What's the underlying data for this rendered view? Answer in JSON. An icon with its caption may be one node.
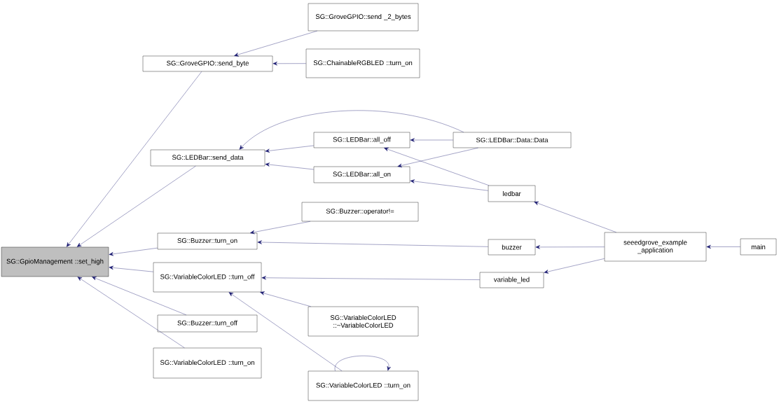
{
  "diagram": {
    "nodes": [
      {
        "text": [
          "SG::GpioManagement ::set_high"
        ]
      },
      {
        "text": [
          "SG::GroveGPIO::send_byte"
        ]
      },
      {
        "text": [
          "SG::GroveGPIO::send _2_bytes"
        ]
      },
      {
        "text": [
          "SG::ChainableRGBLED ::turn_on"
        ]
      },
      {
        "text": [
          "SG::LEDBar::send_data"
        ]
      },
      {
        "text": [
          "SG::LEDBar::all_off"
        ]
      },
      {
        "text": [
          "SG::LEDBar::Data::Data"
        ]
      },
      {
        "text": [
          "SG::LEDBar::all_on"
        ]
      },
      {
        "text": [
          "ledbar"
        ]
      },
      {
        "text": [
          "SG::Buzzer::operator!="
        ]
      },
      {
        "text": [
          "SG::Buzzer::turn_on"
        ]
      },
      {
        "text": [
          "buzzer"
        ]
      },
      {
        "text": [
          "seeedgrove_example _application"
        ]
      },
      {
        "text": [
          "main"
        ]
      },
      {
        "text": [
          "SG::VariableColorLED ::turn_off"
        ]
      },
      {
        "text": [
          "variable_led"
        ]
      },
      {
        "text": [
          "SG::Buzzer::turn_off"
        ]
      },
      {
        "text": [
          "SG::VariableColorLED ::turn_on"
        ]
      },
      {
        "text": [
          "SG::VariableColorLED ::~VariableColorLED"
        ]
      },
      {
        "text": [
          "SG::VariableColorLED ::turn_on"
        ]
      }
    ],
    "edges": [
      {
        "from": 1,
        "to": 0,
        "arrow": "to"
      },
      {
        "from": 4,
        "to": 0,
        "arrow": "to"
      },
      {
        "from": 10,
        "to": 0,
        "arrow": "to"
      },
      {
        "from": 14,
        "to": 0,
        "arrow": "to"
      },
      {
        "from": 16,
        "to": 0,
        "arrow": "to"
      },
      {
        "from": 17,
        "to": 0,
        "arrow": "to"
      },
      {
        "from": 2,
        "to": 1,
        "arrow": "to"
      },
      {
        "from": 3,
        "to": 1,
        "arrow": "to"
      },
      {
        "from": 6,
        "to": 4,
        "arrow": "to"
      },
      {
        "from": 5,
        "to": 4,
        "arrow": "to"
      },
      {
        "from": 7,
        "to": 4,
        "arrow": "to"
      },
      {
        "from": 6,
        "to": 5,
        "arrow": "to"
      },
      {
        "from": 8,
        "to": 5,
        "arrow": "to"
      },
      {
        "from": 6,
        "to": 7,
        "arrow": "to"
      },
      {
        "from": 8,
        "to": 7,
        "arrow": "to"
      },
      {
        "from": 12,
        "to": 8,
        "arrow": "to"
      },
      {
        "from": 9,
        "to": 10,
        "arrow": "to"
      },
      {
        "from": 11,
        "to": 10,
        "arrow": "to"
      },
      {
        "from": 12,
        "to": 11,
        "arrow": "to"
      },
      {
        "from": 13,
        "to": 12,
        "arrow": "to"
      },
      {
        "from": 15,
        "to": 14,
        "arrow": "to"
      },
      {
        "from": 12,
        "to": 15,
        "arrow": "to"
      },
      {
        "from": 18,
        "to": 14,
        "arrow": "to"
      },
      {
        "from": 19,
        "to": 14,
        "arrow": "to"
      },
      {
        "from": 19,
        "to": 19,
        "arrow": "to"
      }
    ]
  }
}
